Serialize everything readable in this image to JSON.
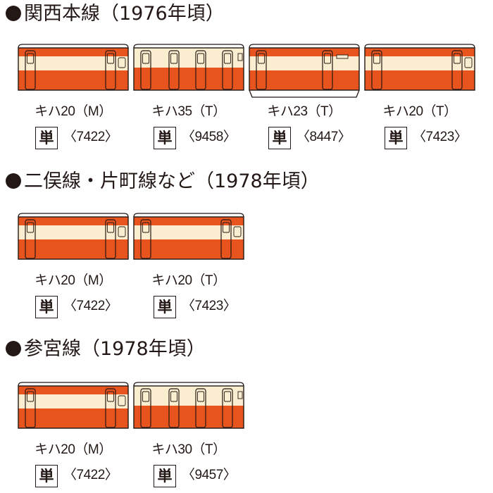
{
  "colors": {
    "orange": "#e8541e",
    "cream": "#fbeed0",
    "outline": "#231815"
  },
  "badge_text": "単",
  "sections": [
    {
      "title": "関西本線（1976年頃）",
      "cars": [
        {
          "name": "キハ20（M）",
          "code": "〈7422〉",
          "type": "kiha20"
        },
        {
          "name": "キハ35（T）",
          "code": "〈9458〉",
          "type": "kiha35"
        },
        {
          "name": "キハ23（T）",
          "code": "〈8447〉",
          "type": "kiha23"
        },
        {
          "name": "キハ20（T）",
          "code": "〈7423〉",
          "type": "kiha20"
        }
      ]
    },
    {
      "title": "二俣線・片町線など（1978年頃）",
      "cars": [
        {
          "name": "キハ20（M）",
          "code": "〈7422〉",
          "type": "kiha20"
        },
        {
          "name": "キハ20（T）",
          "code": "〈7423〉",
          "type": "kiha20"
        }
      ]
    },
    {
      "title": "参宮線（1978年頃）",
      "cars": [
        {
          "name": "キハ20（M）",
          "code": "〈7422〉",
          "type": "kiha20"
        },
        {
          "name": "キハ30（T）",
          "code": "〈9457〉",
          "type": "kiha30"
        }
      ]
    }
  ]
}
